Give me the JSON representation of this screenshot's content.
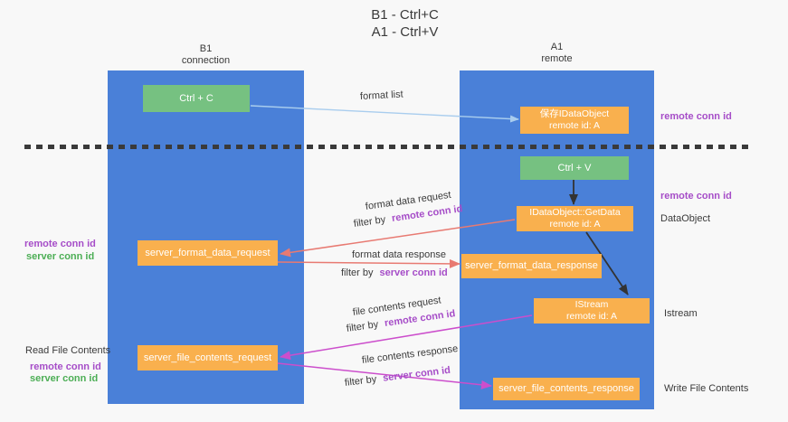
{
  "title": {
    "line1": "B1 - Ctrl+C",
    "line2": "A1 - Ctrl+V"
  },
  "lanes": {
    "left": {
      "name": "B1",
      "sub": "connection"
    },
    "right": {
      "name": "A1",
      "sub": "remote"
    }
  },
  "boxes": {
    "ctrl_c": {
      "label": "Ctrl + C"
    },
    "ctrl_v": {
      "label": "Ctrl + V"
    },
    "save_dataobject": {
      "line1": "保存IDataObject",
      "line2": "remote id: A"
    },
    "getdata": {
      "line1": "IDataObject::GetData",
      "line2": "remote id: A"
    },
    "istream": {
      "line1": "IStream",
      "line2": "remote id: A"
    },
    "format_request": {
      "label": "server_format_data_request"
    },
    "format_response": {
      "label": "server_format_data_response"
    },
    "file_request": {
      "label": "server_file_contents_request"
    },
    "file_response": {
      "label": "server_file_contents_response"
    }
  },
  "captions": {
    "format_list": "format list",
    "format_request": {
      "title": "format data request",
      "filter_prefix": "filter by",
      "filter_id": "remote conn id"
    },
    "format_response": {
      "title": "format data response",
      "filter_prefix": "filter by",
      "filter_id": "server conn id"
    },
    "file_request": {
      "title": "file contents request",
      "filter_prefix": "filter by",
      "filter_id": "remote conn id"
    },
    "file_response": {
      "title": "file contents response",
      "filter_prefix": "filter by",
      "filter_id": "server conn id"
    }
  },
  "side_labels": {
    "right_top_remote_conn_id": "remote conn id",
    "right_mid_remote_conn_id": "remote conn id",
    "dataobject": "DataObject",
    "istream": "Istream",
    "write_file_contents": "Write File Contents",
    "left_fmt_remote_conn_id": "remote conn id",
    "left_fmt_server_conn_id": "server conn id",
    "read_file_contents": "Read File Contents",
    "left_file_remote_conn_id": "remote conn id",
    "left_file_server_conn_id": "server conn id"
  },
  "colors": {
    "lane_blue": "#4a80d8",
    "box_orange": "#f9b04e",
    "box_green": "#76c181",
    "purple": "#a64dc8",
    "green_text": "#4cae55",
    "salmon": "#e87a72",
    "magenta": "#cc4ecc",
    "lightblue": "#a9cdee",
    "ink": "#3a3a3a"
  }
}
